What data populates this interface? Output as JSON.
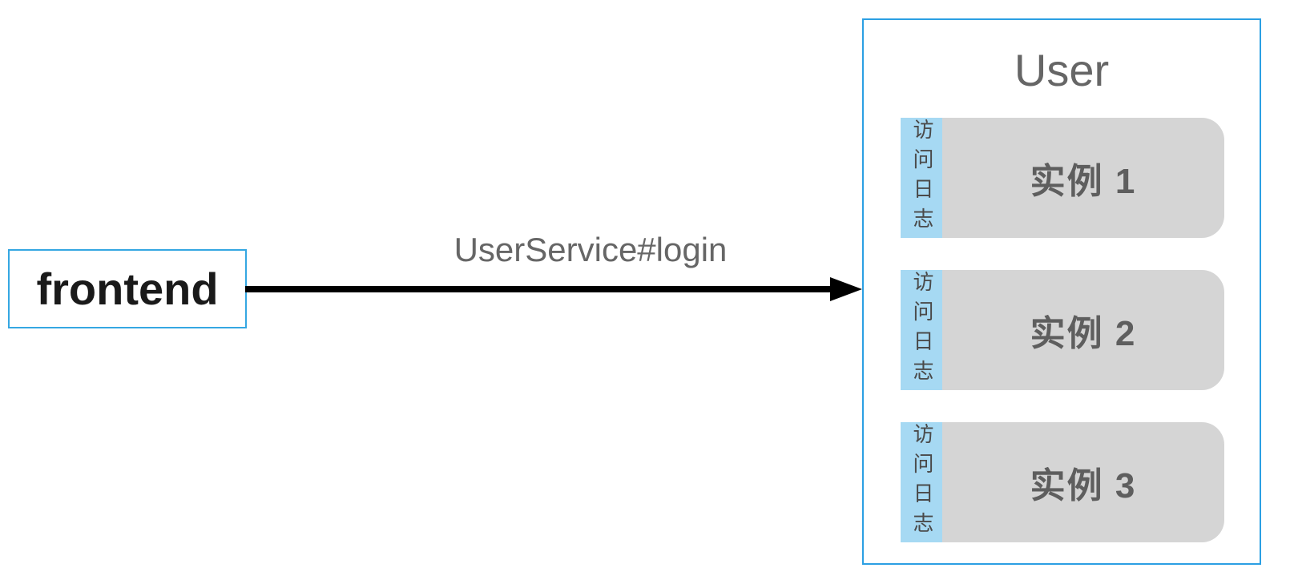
{
  "diagram": {
    "frontend_box": {
      "label": "frontend"
    },
    "arrow": {
      "label": "UserService#login",
      "direction": "left-to-right"
    },
    "user_group": {
      "title": "User",
      "instances": [
        {
          "strip_label": "访问日志",
          "label": "实例 1"
        },
        {
          "strip_label": "访问日志",
          "label": "实例 2"
        },
        {
          "strip_label": "访问日志",
          "label": "实例 3"
        }
      ]
    },
    "colors": {
      "accent_border": "#2FA2E3",
      "strip_blue": "#A6D9F3",
      "instance_gray": "#D5D5D5",
      "arrow_black": "#000000",
      "muted_text": "#666666",
      "frontend_text": "#1A1A1A"
    }
  }
}
